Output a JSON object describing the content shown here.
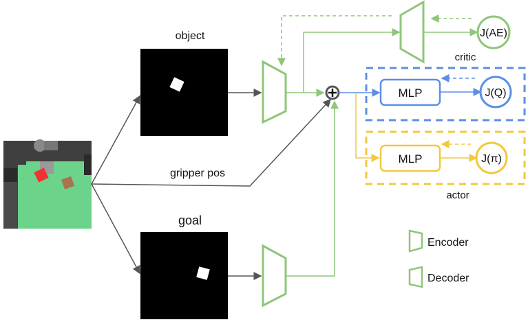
{
  "diagram": {
    "type": "architecture",
    "labels": {
      "object": "object",
      "goal": "goal",
      "gripper_pos": "gripper pos",
      "critic": "critic",
      "actor": "actor",
      "critic_mlp": "MLP",
      "actor_mlp": "MLP",
      "j_ae": "J(AE)",
      "j_q": "J(Q)",
      "j_pi": "J(π)",
      "sum": "+"
    },
    "legend": [
      {
        "label": "Encoder",
        "icon": "encoder-trapezoid-icon"
      },
      {
        "label": "Decoder",
        "icon": "decoder-trapezoid-icon"
      }
    ],
    "colors": {
      "encoder": "#8fc67a",
      "critic": "#5b8ee6",
      "actor": "#f2c83c",
      "arrow": "#555555",
      "table": "#6cd48a"
    }
  }
}
